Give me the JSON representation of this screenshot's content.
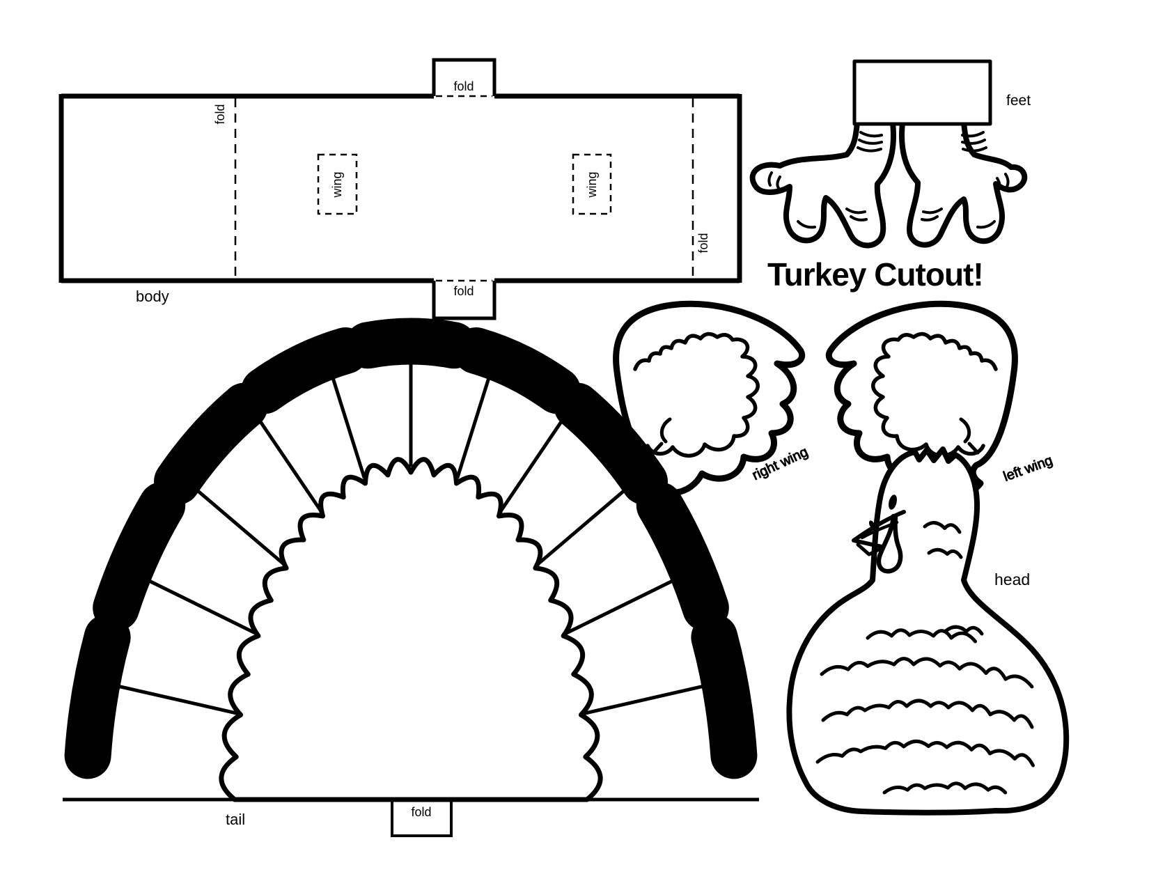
{
  "title": "Turkey Cutout!",
  "colors": {
    "ink": "#000000",
    "paper": "#ffffff"
  },
  "pieces": {
    "body": {
      "name": "body",
      "folds": {
        "top": "fold",
        "bottom": "fold",
        "left": "fold",
        "right": "fold"
      },
      "wing_slots": {
        "left": "wing",
        "right": "wing"
      }
    },
    "feet": {
      "name": "feet"
    },
    "right_wing": {
      "name": "right wing"
    },
    "left_wing": {
      "name": "left wing"
    },
    "head": {
      "name": "head"
    },
    "tail": {
      "name": "tail",
      "fold": "fold"
    }
  }
}
